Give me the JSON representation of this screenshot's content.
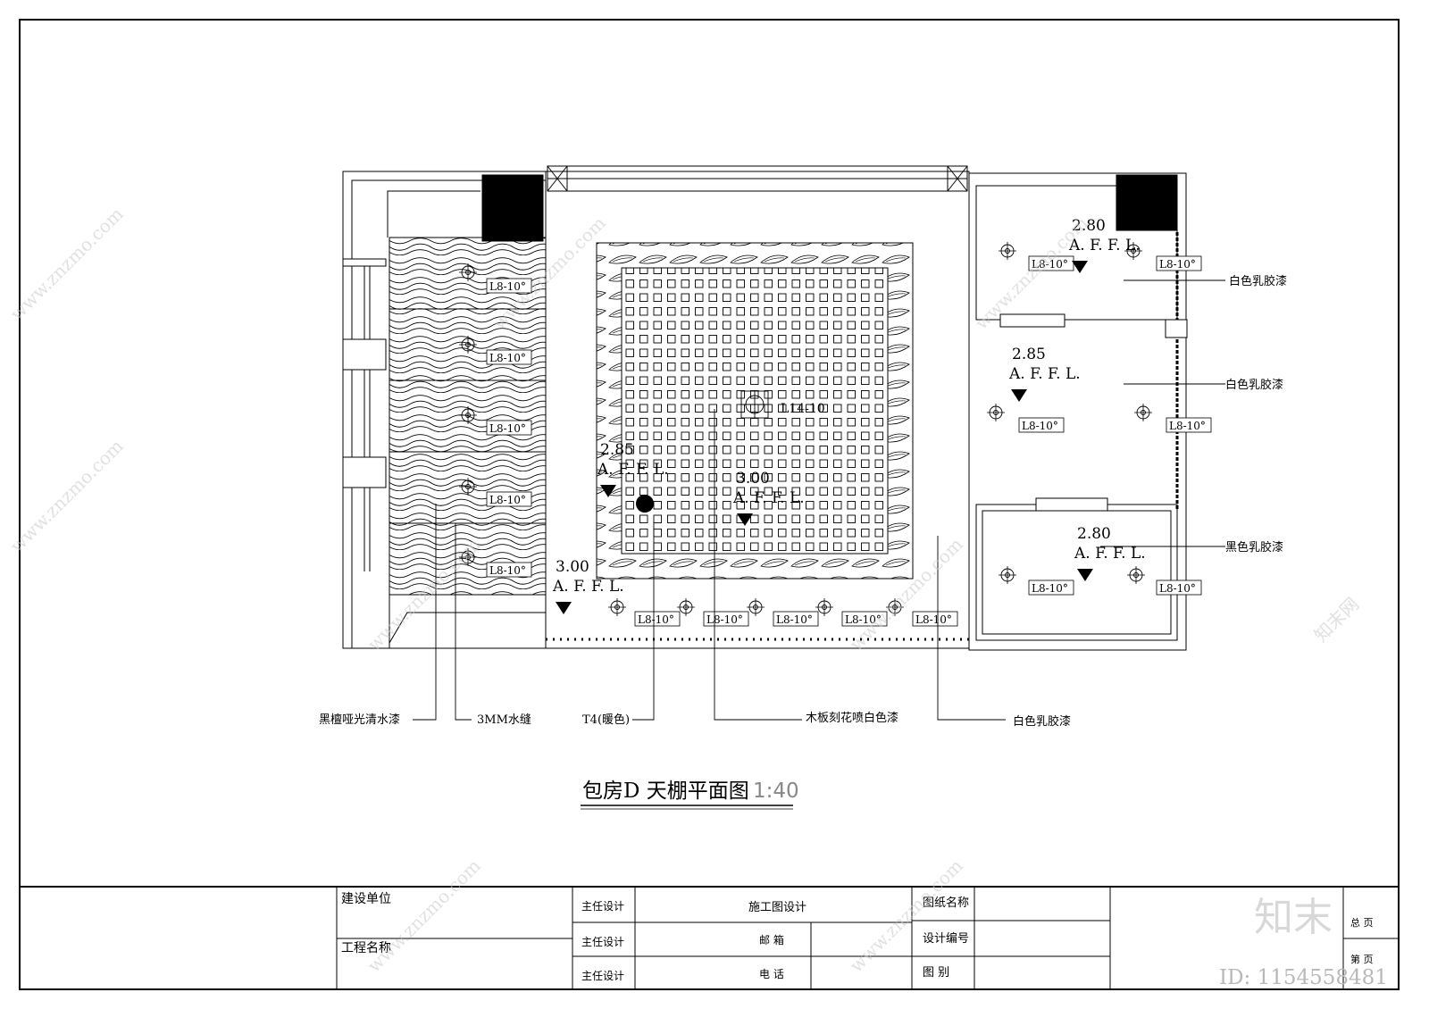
{
  "drawing": {
    "title": "包房D 天棚平面图",
    "scale": "1:40",
    "fixture_code": "L8-10°",
    "center_fixture_code": "L14-10",
    "afl": "A. F. F. L.",
    "levels": {
      "left_mid": "2.85",
      "center": "3.00",
      "left_low": "3.00",
      "right_top": "2.80",
      "right_mid": "2.85",
      "right_low": "2.80"
    },
    "callouts": {
      "black_sandal": "黑檀哑光清水漆",
      "groove": "3MM水缝",
      "t4": "T4(暖色)",
      "wood_carved": "木板刻花喷白色漆",
      "white_latex_bottom": "白色乳胶漆",
      "white_latex_1": "白色乳胶漆",
      "white_latex_2": "白色乳胶漆",
      "black_latex": "黑色乳胶漆"
    }
  },
  "title_block": {
    "client_label": "建设单位",
    "project_label": "工程名称",
    "director_1": "主任设计",
    "director_2": "主任设计",
    "director_3": "主任设计",
    "construction_design": "施工图设计",
    "mailbox": "邮  箱",
    "phone": "电  话",
    "drawing_name": "图纸名称",
    "design_no": "设计编号",
    "drawing_category": "图  别",
    "total_pages": "总    页",
    "page_no": "第    页"
  },
  "watermark": {
    "site": "www.znzmo.com",
    "brand": "知末网",
    "logo": "知末",
    "id": "ID: 1154558481"
  }
}
